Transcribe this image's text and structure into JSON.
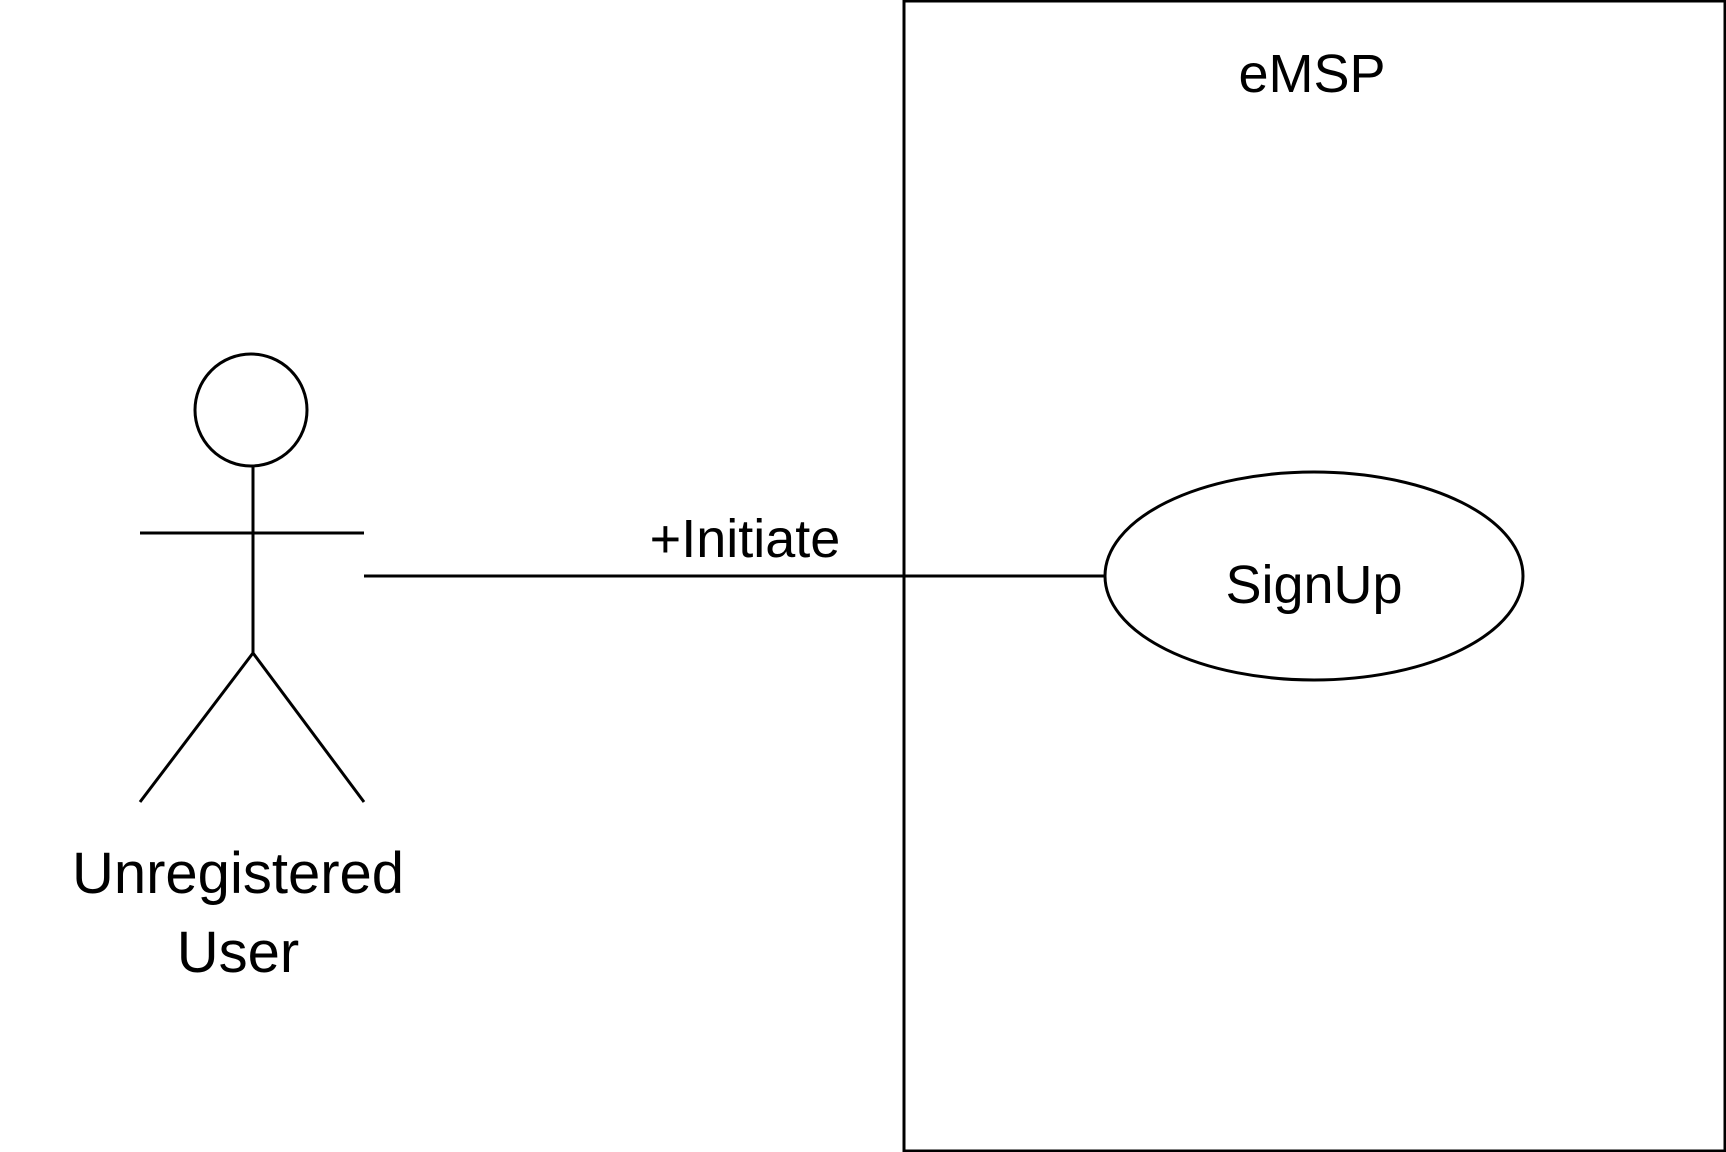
{
  "system": {
    "name": "eMSP"
  },
  "actor": {
    "label_line1": "Unregistered",
    "label_line2": "User"
  },
  "use_case": {
    "name": "SignUp"
  },
  "association": {
    "label": "+Initiate"
  }
}
